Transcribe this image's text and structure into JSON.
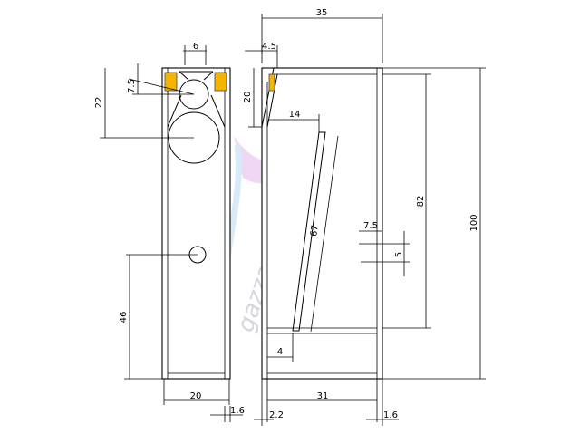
{
  "colors": {
    "line": "#000000",
    "tweeter": "#f5b400",
    "background": "#ffffff",
    "watermark": "#c9c9d6"
  },
  "watermark": {
    "text": "gazza-diy audio"
  },
  "dimensions": {
    "front": {
      "tweeter_gap": "6",
      "tweeter_height": "7.5",
      "woofer_height": "22",
      "port_height": "46",
      "inner_width": "20",
      "wall": "1.6"
    },
    "side": {
      "depth": "35",
      "chamfer": "4.5",
      "chamfer_height": "20",
      "line_offset": "14",
      "line_length": "67",
      "port_gap": "7.5",
      "port_size": "5",
      "inner_height": "82",
      "total_height": "100",
      "bottom_offset": "4",
      "inner_depth": "31",
      "front_wall": "2.2",
      "back_wall": "1.6"
    }
  }
}
